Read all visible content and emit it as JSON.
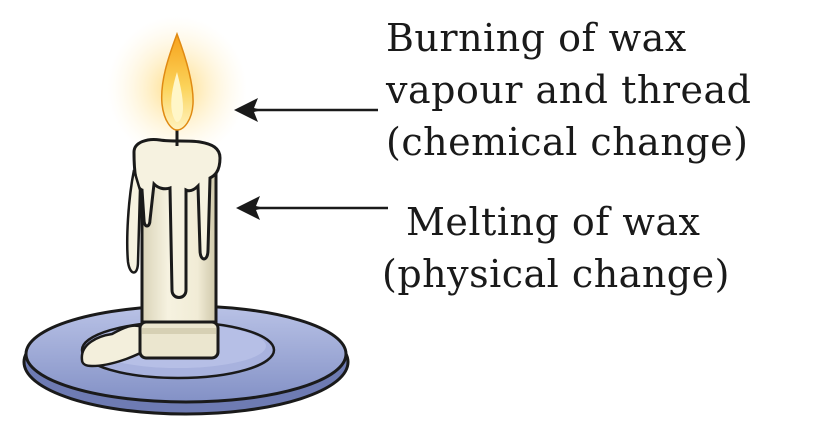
{
  "labels": {
    "chemical": {
      "line1": "Burning of wax",
      "line2": "vapour and thread",
      "line3": "(chemical change)"
    },
    "physical": {
      "line1": "Melting of wax",
      "line2": "(physical change)"
    }
  },
  "colors": {
    "ink": "#1a1a1a",
    "flame_core": "#fff6c2",
    "flame_outer": "#f4a21c",
    "glow": "#ffd97a",
    "candle": "#f3efdc",
    "plate": "#9fabd6",
    "plate_rim": "#7e8cc4"
  }
}
